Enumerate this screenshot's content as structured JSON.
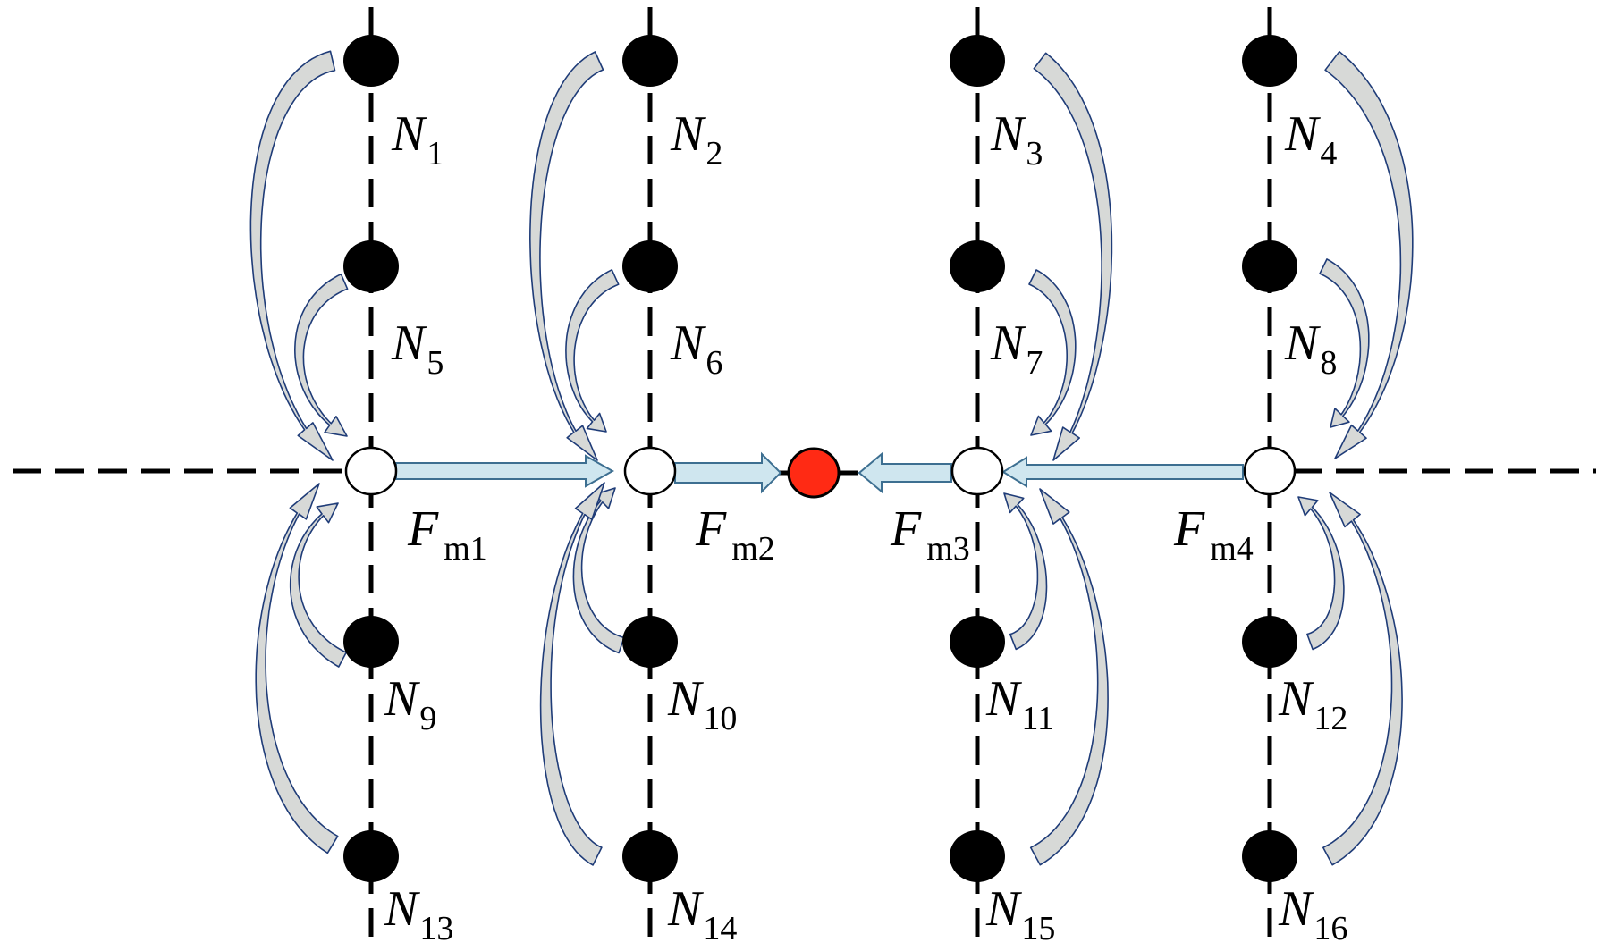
{
  "diagram": {
    "node_labels": [
      {
        "main": "N",
        "sub": "1"
      },
      {
        "main": "N",
        "sub": "2"
      },
      {
        "main": "N",
        "sub": "3"
      },
      {
        "main": "N",
        "sub": "4"
      },
      {
        "main": "N",
        "sub": "5"
      },
      {
        "main": "N",
        "sub": "6"
      },
      {
        "main": "N",
        "sub": "7"
      },
      {
        "main": "N",
        "sub": "8"
      },
      {
        "main": "N",
        "sub": "9"
      },
      {
        "main": "N",
        "sub": "10"
      },
      {
        "main": "N",
        "sub": "11"
      },
      {
        "main": "N",
        "sub": "12"
      },
      {
        "main": "N",
        "sub": "13"
      },
      {
        "main": "N",
        "sub": "14"
      },
      {
        "main": "N",
        "sub": "15"
      },
      {
        "main": "N",
        "sub": "16"
      }
    ],
    "force_labels": [
      {
        "main": "F",
        "sub": "m1"
      },
      {
        "main": "F",
        "sub": "m2"
      },
      {
        "main": "F",
        "sub": "m3"
      },
      {
        "main": "F",
        "sub": "m4"
      }
    ],
    "colors": {
      "node_fill": "#000000",
      "hub_fill": "#ffffff",
      "target_fill": "#ff2a14",
      "force_arrow_fill": "#cfe6ef",
      "force_arrow_stroke": "#3d6f91",
      "curve_arrow_fill": "#d7d9d7",
      "curve_arrow_stroke": "#1f3c78",
      "line_color": "#000000"
    }
  }
}
